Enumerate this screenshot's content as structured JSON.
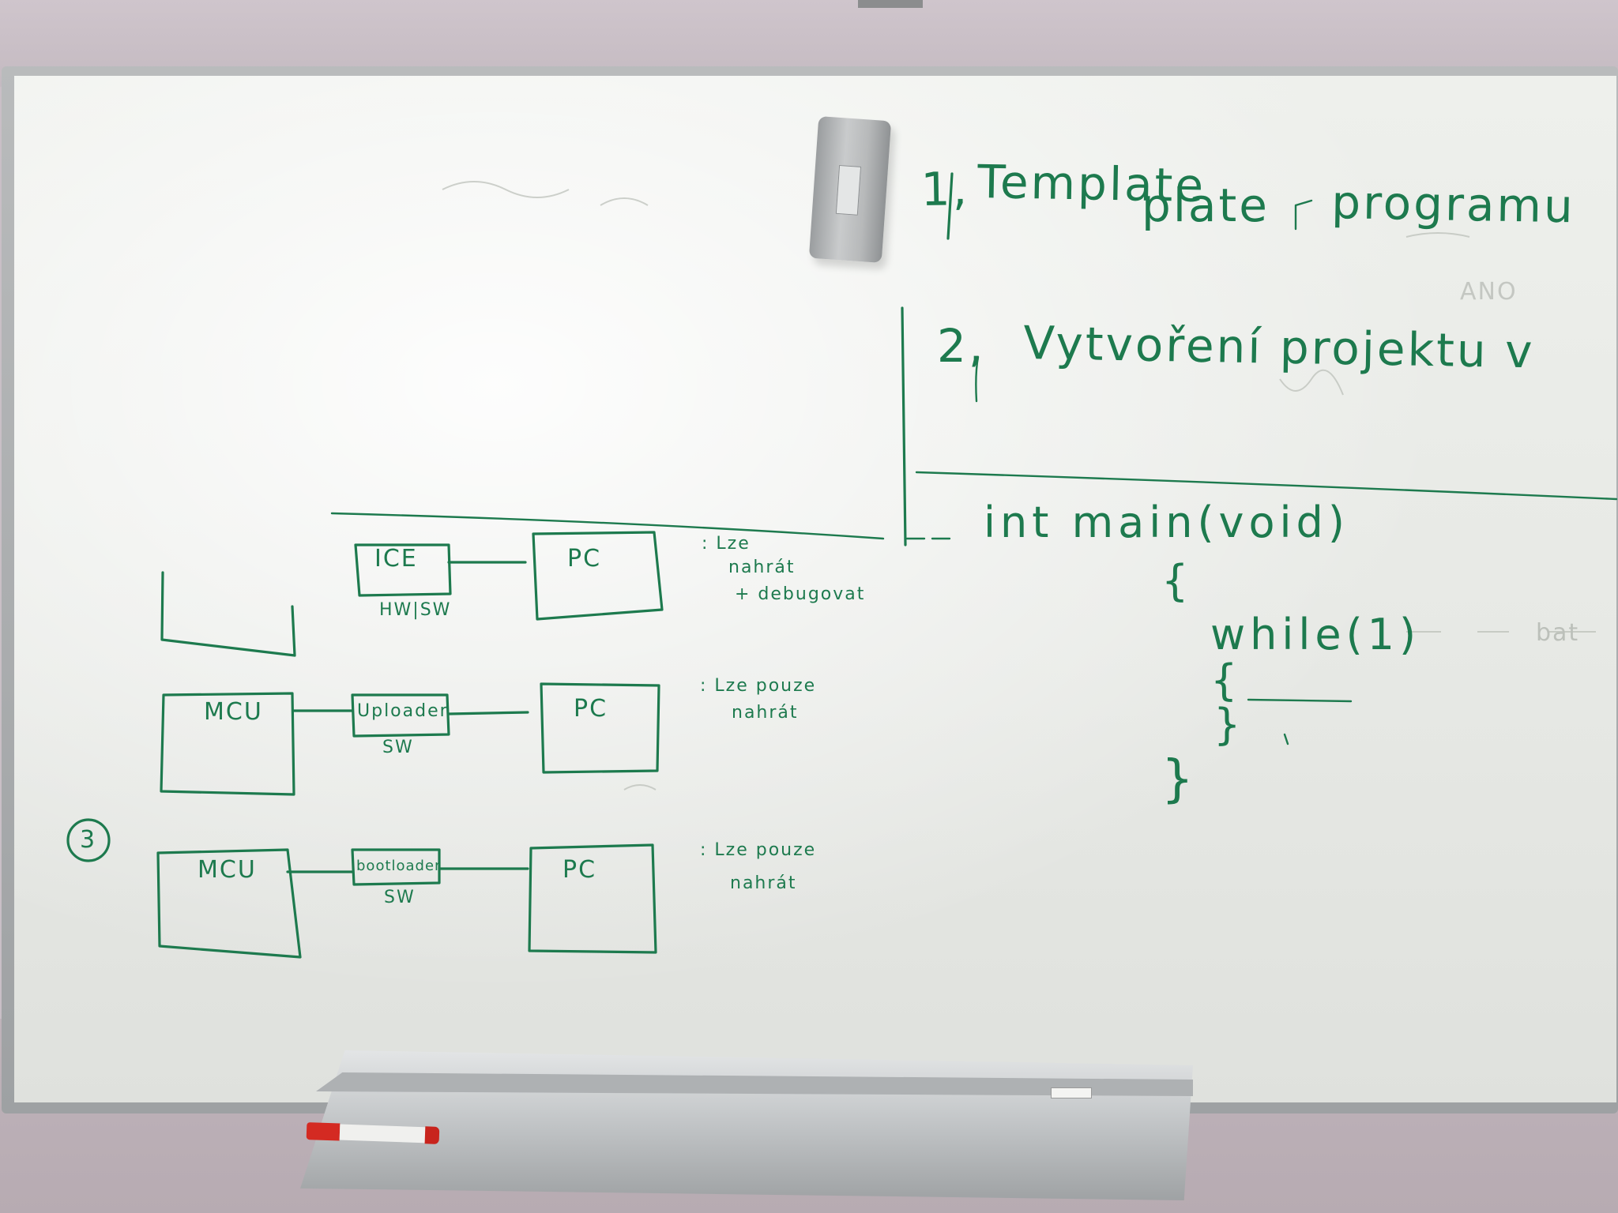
{
  "board": {
    "heading_1_number": "1,",
    "heading_1_word_a": "Template",
    "heading_1_word_b": "plate",
    "heading_1_word_c": "programu",
    "heading_2_number": "2,",
    "heading_2_text": "Vytvoření projektu v",
    "code_signature": "int   main(void)",
    "code_open_brace": "{",
    "code_while": "while(1)",
    "code_inner_open": "{",
    "code_inner_close": "}",
    "code_close_brace": "}",
    "ghost_bat": "bat",
    "ghost_ano": "ANO"
  },
  "diagram": {
    "row1": {
      "middle_box": "ICE",
      "middle_caption": "HW|SW",
      "right_box": "PC",
      "note_lines": [
        ": Lze",
        "nahrát",
        "+ debugovat"
      ]
    },
    "row2": {
      "left_box": "MCU",
      "middle_box": "Uploader",
      "middle_caption": "SW",
      "right_box": "PC",
      "note_lines": [
        ": Lze pouze",
        "nahrát"
      ]
    },
    "row3": {
      "marker": "3",
      "left_box": "MCU",
      "middle_box": "bootloader",
      "middle_caption": "SW",
      "right_box": "PC",
      "note_lines": [
        ": Lze pouze",
        "nahrát"
      ]
    }
  },
  "colors": {
    "ink": "#1d7a4e",
    "board": "#eef0ec",
    "marker_cap": "#d42a22"
  }
}
